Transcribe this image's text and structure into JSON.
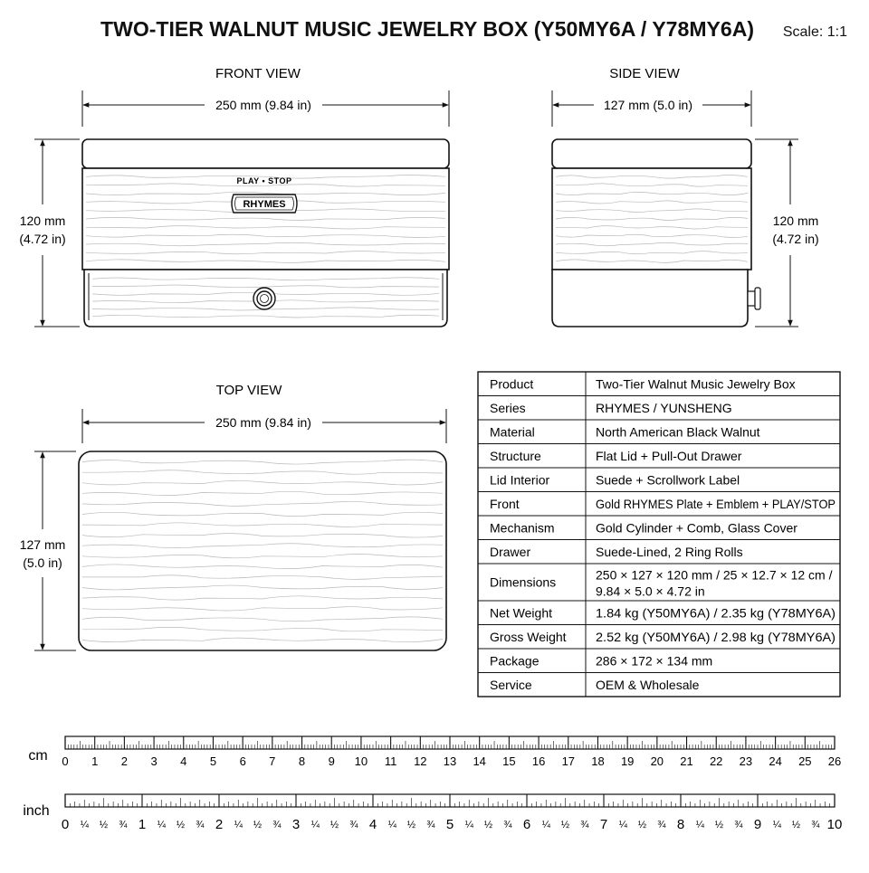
{
  "title": "TWO-TIER WALNUT MUSIC JEWELRY BOX (Y50MY6A / Y78MY6A)",
  "scale": "Scale: 1:1",
  "views": {
    "front": {
      "label": "FRONT VIEW",
      "width_dim": "250 mm (9.84 in)",
      "height_dim_mm": "120 mm",
      "height_dim_in": "(4.72 in)",
      "play_stop": "PLAY • STOP",
      "plate_text": "RHYMES"
    },
    "side": {
      "label": "SIDE VIEW",
      "width_dim": "127 mm (5.0 in)",
      "height_dim_mm": "120 mm",
      "height_dim_in": "(4.72 in)"
    },
    "top": {
      "label": "TOP VIEW",
      "width_dim": "250 mm (9.84 in)",
      "height_dim_mm": "127 mm",
      "height_dim_in": "(5.0 in)"
    }
  },
  "specs": [
    {
      "key": "Product",
      "value": "Two-Tier Walnut Music Jewelry Box"
    },
    {
      "key": "Series",
      "value": "RHYMES / YUNSHENG"
    },
    {
      "key": "Material",
      "value": "North American Black Walnut"
    },
    {
      "key": "Structure",
      "value": "Flat Lid + Pull-Out Drawer"
    },
    {
      "key": "Lid Interior",
      "value": "Suede + Scrollwork Label"
    },
    {
      "key": "Front",
      "value": "Gold RHYMES Plate + Emblem + PLAY/STOP"
    },
    {
      "key": "Mechanism",
      "value": "Gold Cylinder + Comb, Glass Cover"
    },
    {
      "key": "Drawer",
      "value": "Suede-Lined, 2 Ring Rolls"
    },
    {
      "key": "Dimensions",
      "value": "250 × 127 × 120 mm / 25 × 12.7 × 12 cm /",
      "value2": "9.84 × 5.0 × 4.72 in"
    },
    {
      "key": "Net Weight",
      "value": "1.84 kg (Y50MY6A) / 2.35 kg (Y78MY6A)"
    },
    {
      "key": "Gross Weight",
      "value": "2.52 kg (Y50MY6A) / 2.98 kg (Y78MY6A)"
    },
    {
      "key": "Package",
      "value": "286 × 172 × 134 mm"
    },
    {
      "key": "Service",
      "value": "OEM & Wholesale"
    }
  ],
  "rulers": {
    "cm": {
      "label": "cm",
      "numbers": [
        "0",
        "1",
        "2",
        "3",
        "4",
        "5",
        "6",
        "7",
        "8",
        "9",
        "10",
        "11",
        "12",
        "13",
        "14",
        "15",
        "16",
        "17",
        "18",
        "19",
        "20",
        "21",
        "22",
        "23",
        "24",
        "25",
        "26"
      ]
    },
    "inch": {
      "label": "inch",
      "numbers": [
        "0",
        "1",
        "2",
        "3",
        "4",
        "5",
        "6",
        "7",
        "8",
        "9",
        "10"
      ],
      "fractions": [
        "¼",
        "½",
        "¾"
      ]
    }
  }
}
